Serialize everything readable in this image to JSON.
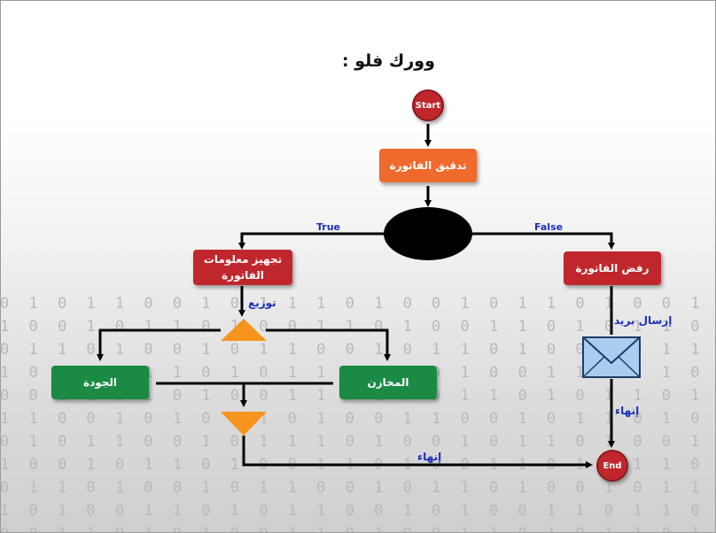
{
  "title": "وورك فلو :",
  "nodes": {
    "start": "Start",
    "verify": "تدقيق الفاتورة",
    "prepare": "تجهيز معلومات الفاتورة",
    "reject": "رفض الفاتورة",
    "quality": "الجودة",
    "warehouses": "المخازن",
    "end": "End"
  },
  "edges": {
    "true_label": "True",
    "false_label": "False",
    "distribute": "توزيع",
    "send_mail": "إرسال بريد",
    "finish_right": "إنهاء",
    "finish_bottom": "إنهاء"
  },
  "colors": {
    "orange": "#ef6a2c",
    "red": "#c0272d",
    "green": "#1b8a45",
    "triangle": "#f7941d",
    "label_blue": "#1c2fb8"
  },
  "icons": {
    "mail": "envelope-icon",
    "decision": "decision-ellipse",
    "fork": "up-triangle",
    "merge": "down-triangle"
  }
}
